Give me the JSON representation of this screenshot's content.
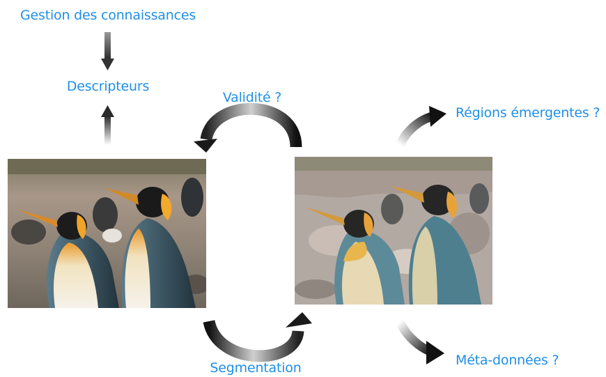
{
  "labels": {
    "knowledge": "Gestion des connaissances",
    "descriptors": "Descripteurs",
    "validity": "Validité ?",
    "regions": "Régions émergentes ?",
    "segmentation": "Segmentation",
    "metadata": "Méta-données ?"
  },
  "images": {
    "original": "penguins-photo",
    "segmented": "penguins-segmented"
  },
  "colors": {
    "label": "#1f8fe6",
    "arrow_dark": "#1a1a1a"
  }
}
